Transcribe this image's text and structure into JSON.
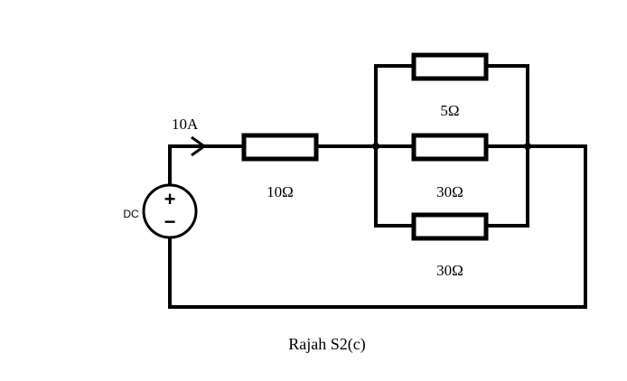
{
  "source": {
    "type": "DC",
    "label": "DC",
    "plus": "+",
    "minus": "−"
  },
  "current": {
    "value": "10A"
  },
  "resistors": {
    "series": "10Ω",
    "parallel_top": "5Ω",
    "parallel_middle": "30Ω",
    "parallel_bottom": "30Ω"
  },
  "caption": "Rajah S2(c)"
}
